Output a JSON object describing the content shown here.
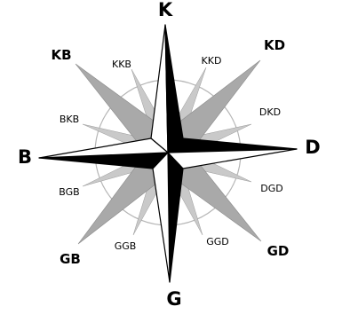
{
  "compass": {
    "cardinal": {
      "north": "K",
      "east": "D",
      "south": "G",
      "west": "B"
    },
    "ordinal": {
      "northwest": "KB",
      "northeast": "KD",
      "southeast": "GD",
      "southwest": "GB"
    },
    "minor": {
      "nnw": "KKB",
      "nne": "KKD",
      "ene": "DKD",
      "ese": "DGD",
      "sse": "GGD",
      "ssw": "GGB",
      "wsw": "BGB",
      "wnw": "BKB"
    }
  }
}
